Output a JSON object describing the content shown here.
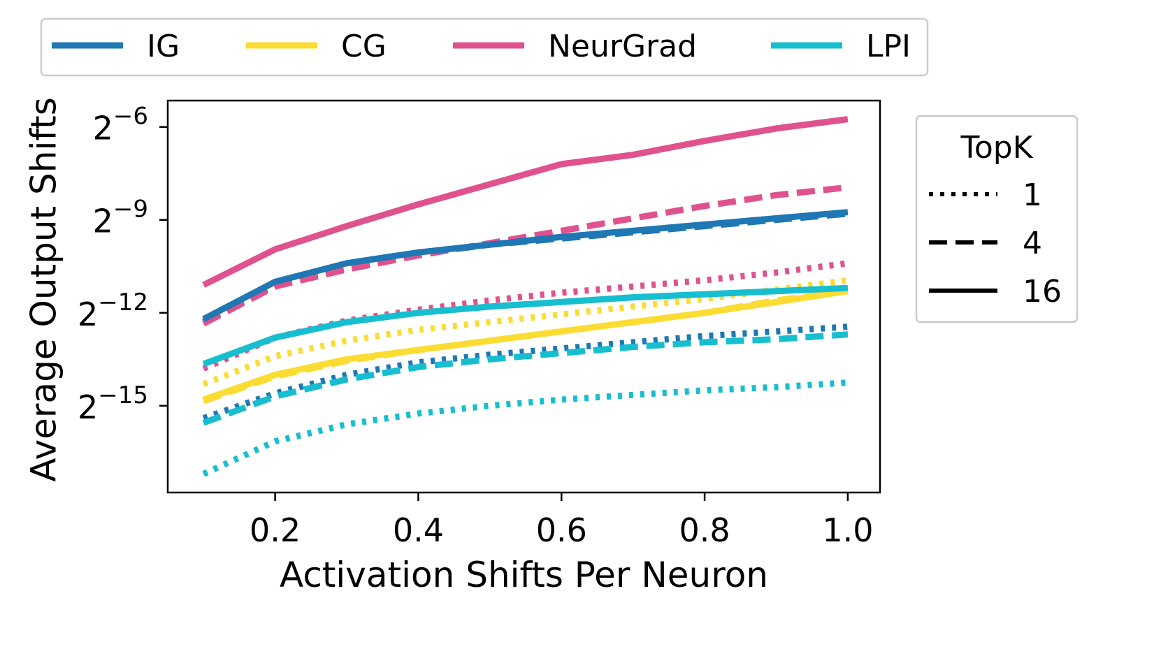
{
  "chart_data": {
    "type": "line",
    "xlabel": "Activation Shifts Per Neuron",
    "ylabel": "Average Output Shifts",
    "y_scale": "log2",
    "xlim": [
      0.05,
      1.045
    ],
    "ylim_log2": [
      -17.8,
      -5.15
    ],
    "x_ticks": [
      {
        "value": 0.2,
        "label": "0.2"
      },
      {
        "value": 0.4,
        "label": "0.4"
      },
      {
        "value": 0.6,
        "label": "0.6"
      },
      {
        "value": 0.8,
        "label": "0.8"
      },
      {
        "value": 1.0,
        "label": "1.0"
      }
    ],
    "y_ticks": [
      {
        "log2": -6,
        "base": "2",
        "exp": "−6"
      },
      {
        "log2": -9,
        "base": "2",
        "exp": "−9"
      },
      {
        "log2": -12,
        "base": "2",
        "exp": "−12"
      },
      {
        "log2": -15,
        "base": "2",
        "exp": "−15"
      }
    ],
    "grid": false,
    "x": [
      0.1,
      0.2,
      0.3,
      0.4,
      0.5,
      0.6,
      0.7,
      0.8,
      0.9,
      1.0
    ],
    "methods": [
      {
        "name": "IG",
        "color": "#1f77b4"
      },
      {
        "name": "CG",
        "color": "#fbdc33"
      },
      {
        "name": "NeurGrad",
        "color": "#e0528e"
      },
      {
        "name": "LPI",
        "color": "#17becf"
      }
    ],
    "topk": {
      "title": "TopK",
      "entries": [
        {
          "label": "1",
          "style": "dotted"
        },
        {
          "label": "4",
          "style": "dashed"
        },
        {
          "label": "16",
          "style": "solid"
        }
      ]
    },
    "series": [
      {
        "method": "IG",
        "topk": "16",
        "log2_values": [
          -12.2,
          -11.0,
          -10.4,
          -10.05,
          -9.8,
          -9.55,
          -9.35,
          -9.15,
          -8.95,
          -8.75
        ]
      },
      {
        "method": "IG",
        "topk": "4",
        "log2_values": [
          -12.3,
          -11.1,
          -10.55,
          -10.1,
          -9.8,
          -9.6,
          -9.4,
          -9.2,
          -9.0,
          -8.8
        ]
      },
      {
        "method": "IG",
        "topk": "1",
        "log2_values": [
          -15.4,
          -14.6,
          -14.0,
          -13.6,
          -13.35,
          -13.15,
          -12.95,
          -12.75,
          -12.6,
          -12.45
        ]
      },
      {
        "method": "CG",
        "topk": "16",
        "log2_values": [
          -14.8,
          -14.0,
          -13.5,
          -13.2,
          -12.9,
          -12.6,
          -12.3,
          -12.0,
          -11.65,
          -11.3
        ]
      },
      {
        "method": "CG",
        "topk": "4",
        "log2_values": [
          -14.85,
          -14.05,
          -13.55,
          -13.2,
          -12.9,
          -12.6,
          -12.3,
          -12.0,
          -11.6,
          -11.3
        ]
      },
      {
        "method": "CG",
        "topk": "1",
        "log2_values": [
          -14.3,
          -13.4,
          -12.9,
          -12.55,
          -12.3,
          -12.05,
          -11.8,
          -11.55,
          -11.25,
          -10.95
        ]
      },
      {
        "method": "NeurGrad",
        "topk": "16",
        "log2_values": [
          -11.1,
          -9.95,
          -9.2,
          -8.5,
          -7.85,
          -7.2,
          -6.9,
          -6.45,
          -6.05,
          -5.75
        ]
      },
      {
        "method": "NeurGrad",
        "topk": "4",
        "log2_values": [
          -12.35,
          -11.15,
          -10.6,
          -10.15,
          -9.75,
          -9.35,
          -8.95,
          -8.55,
          -8.2,
          -7.95
        ]
      },
      {
        "method": "NeurGrad",
        "topk": "1",
        "log2_values": [
          -13.8,
          -12.8,
          -12.25,
          -11.9,
          -11.6,
          -11.35,
          -11.15,
          -10.95,
          -10.7,
          -10.4
        ]
      },
      {
        "method": "LPI",
        "topk": "16",
        "log2_values": [
          -13.65,
          -12.8,
          -12.3,
          -12.0,
          -11.8,
          -11.65,
          -11.5,
          -11.4,
          -11.3,
          -11.2
        ]
      },
      {
        "method": "LPI",
        "topk": "4",
        "log2_values": [
          -15.55,
          -14.7,
          -14.15,
          -13.75,
          -13.5,
          -13.3,
          -13.1,
          -12.95,
          -12.85,
          -12.7
        ]
      },
      {
        "method": "LPI",
        "topk": "1",
        "log2_values": [
          -17.2,
          -16.15,
          -15.6,
          -15.25,
          -15.0,
          -14.8,
          -14.65,
          -14.5,
          -14.4,
          -14.25
        ]
      }
    ]
  }
}
